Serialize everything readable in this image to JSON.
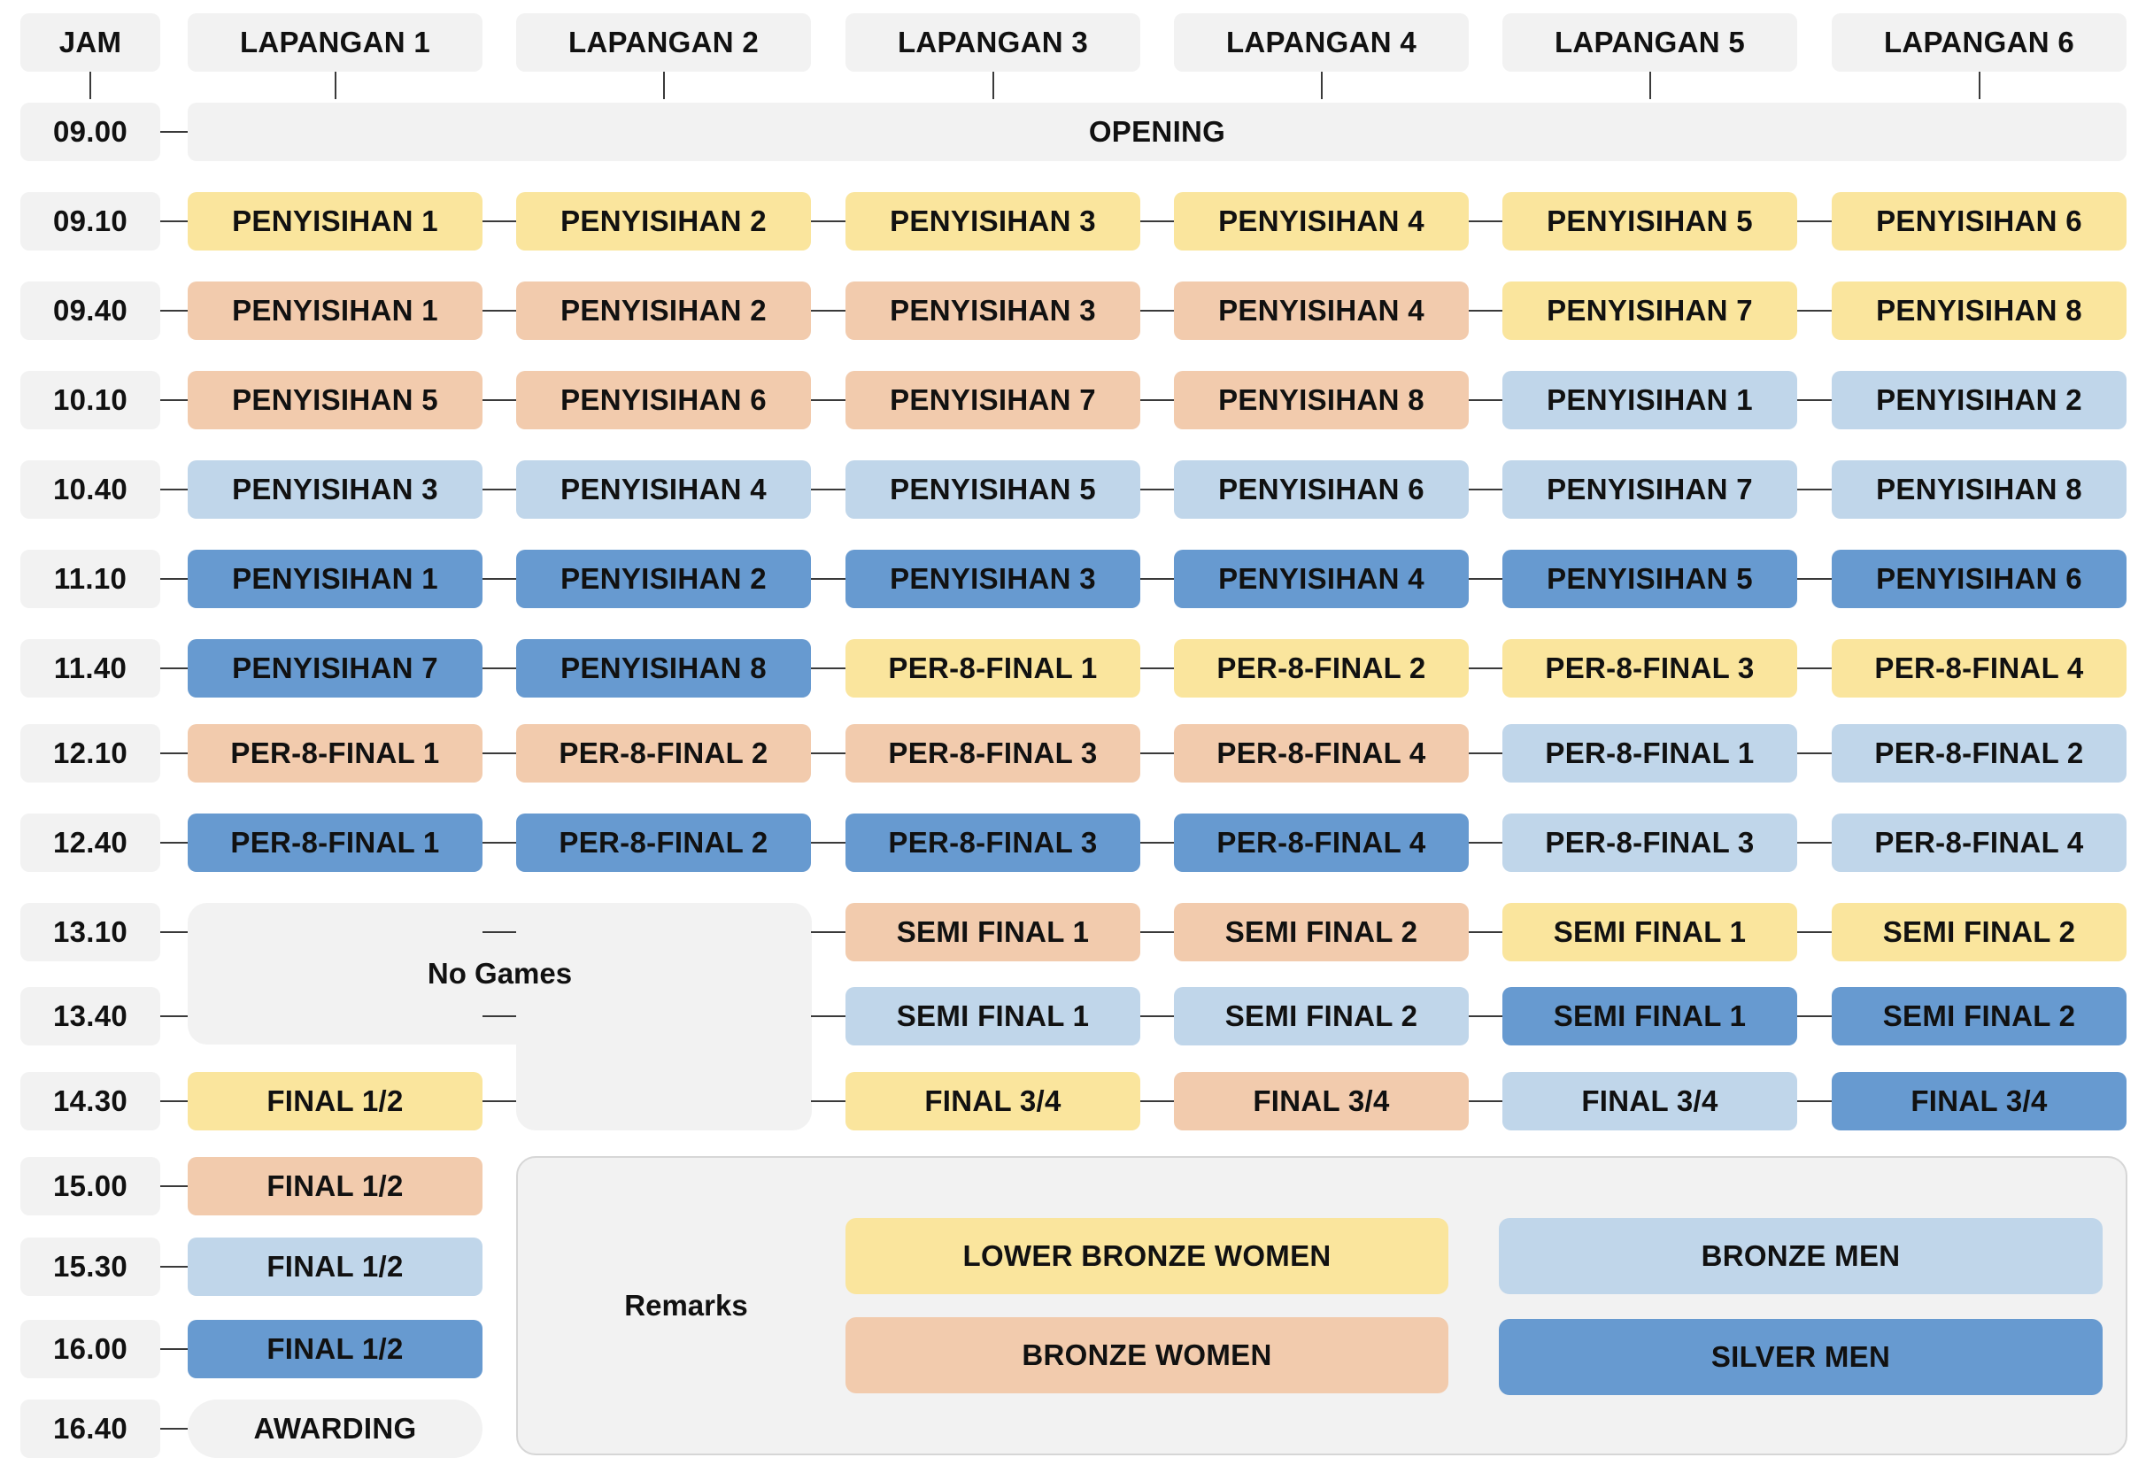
{
  "header": {
    "time_label": "JAM",
    "courts": [
      "LAPANGAN 1",
      "LAPANGAN 2",
      "LAPANGAN 3",
      "LAPANGAN 4",
      "LAPANGAN 5",
      "LAPANGAN 6"
    ]
  },
  "categories": {
    "lbw": {
      "label": "LOWER BRONZE WOMEN",
      "color": "#fae59d"
    },
    "bw": {
      "label": "BRONZE WOMEN",
      "color": "#f2cbad"
    },
    "bm": {
      "label": "BRONZE MEN",
      "color": "#c0d6ea"
    },
    "sm": {
      "label": "SILVER MEN",
      "color": "#679ad0"
    }
  },
  "neutral_color": "#f2f2f2",
  "rows": [
    {
      "time": "09.00",
      "span_label": "OPENING"
    },
    {
      "time": "09.10",
      "cells": [
        [
          "PENYISIHAN 1",
          "lbw"
        ],
        [
          "PENYISIHAN 2",
          "lbw"
        ],
        [
          "PENYISIHAN 3",
          "lbw"
        ],
        [
          "PENYISIHAN 4",
          "lbw"
        ],
        [
          "PENYISIHAN 5",
          "lbw"
        ],
        [
          "PENYISIHAN 6",
          "lbw"
        ]
      ]
    },
    {
      "time": "09.40",
      "cells": [
        [
          "PENYISIHAN 1",
          "bw"
        ],
        [
          "PENYISIHAN 2",
          "bw"
        ],
        [
          "PENYISIHAN 3",
          "bw"
        ],
        [
          "PENYISIHAN 4",
          "bw"
        ],
        [
          "PENYISIHAN 7",
          "lbw"
        ],
        [
          "PENYISIHAN 8",
          "lbw"
        ]
      ]
    },
    {
      "time": "10.10",
      "cells": [
        [
          "PENYISIHAN 5",
          "bw"
        ],
        [
          "PENYISIHAN 6",
          "bw"
        ],
        [
          "PENYISIHAN 7",
          "bw"
        ],
        [
          "PENYISIHAN 8",
          "bw"
        ],
        [
          "PENYISIHAN 1",
          "bm"
        ],
        [
          "PENYISIHAN 2",
          "bm"
        ]
      ]
    },
    {
      "time": "10.40",
      "cells": [
        [
          "PENYISIHAN 3",
          "bm"
        ],
        [
          "PENYISIHAN 4",
          "bm"
        ],
        [
          "PENYISIHAN 5",
          "bm"
        ],
        [
          "PENYISIHAN 6",
          "bm"
        ],
        [
          "PENYISIHAN 7",
          "bm"
        ],
        [
          "PENYISIHAN 8",
          "bm"
        ]
      ]
    },
    {
      "time": "11.10",
      "cells": [
        [
          "PENYISIHAN 1",
          "sm"
        ],
        [
          "PENYISIHAN 2",
          "sm"
        ],
        [
          "PENYISIHAN 3",
          "sm"
        ],
        [
          "PENYISIHAN 4",
          "sm"
        ],
        [
          "PENYISIHAN 5",
          "sm"
        ],
        [
          "PENYISIHAN 6",
          "sm"
        ]
      ]
    },
    {
      "time": "11.40",
      "cells": [
        [
          "PENYISIHAN 7",
          "sm"
        ],
        [
          "PENYISIHAN 8",
          "sm"
        ],
        [
          "PER-8-FINAL 1",
          "lbw"
        ],
        [
          "PER-8-FINAL 2",
          "lbw"
        ],
        [
          "PER-8-FINAL 3",
          "lbw"
        ],
        [
          "PER-8-FINAL 4",
          "lbw"
        ]
      ]
    },
    {
      "time": "12.10",
      "cells": [
        [
          "PER-8-FINAL 1",
          "bw"
        ],
        [
          "PER-8-FINAL 2",
          "bw"
        ],
        [
          "PER-8-FINAL 3",
          "bw"
        ],
        [
          "PER-8-FINAL 4",
          "bw"
        ],
        [
          "PER-8-FINAL 1",
          "bm"
        ],
        [
          "PER-8-FINAL 2",
          "bm"
        ]
      ]
    },
    {
      "time": "12.40",
      "cells": [
        [
          "PER-8-FINAL 1",
          "sm"
        ],
        [
          "PER-8-FINAL 2",
          "sm"
        ],
        [
          "PER-8-FINAL 3",
          "sm"
        ],
        [
          "PER-8-FINAL 4",
          "sm"
        ],
        [
          "PER-8-FINAL 3",
          "bm"
        ],
        [
          "PER-8-FINAL 4",
          "bm"
        ]
      ]
    },
    {
      "time": "13.10",
      "cells": [
        null,
        null,
        [
          "SEMI FINAL 1",
          "bw"
        ],
        [
          "SEMI FINAL 2",
          "bw"
        ],
        [
          "SEMI FINAL 1",
          "lbw"
        ],
        [
          "SEMI FINAL 2",
          "lbw"
        ]
      ]
    },
    {
      "time": "13.40",
      "cells": [
        null,
        null,
        [
          "SEMI FINAL 1",
          "bm"
        ],
        [
          "SEMI FINAL 2",
          "bm"
        ],
        [
          "SEMI FINAL 1",
          "sm"
        ],
        [
          "SEMI FINAL 2",
          "sm"
        ]
      ]
    },
    {
      "time": "14.30",
      "cells": [
        [
          "FINAL 1/2",
          "lbw"
        ],
        null,
        [
          "FINAL 3/4",
          "lbw"
        ],
        [
          "FINAL 3/4",
          "bw"
        ],
        [
          "FINAL 3/4",
          "bm"
        ],
        [
          "FINAL 3/4",
          "sm"
        ]
      ]
    },
    {
      "time": "15.00",
      "cells": [
        [
          "FINAL 1/2",
          "bw"
        ]
      ]
    },
    {
      "time": "15.30",
      "cells": [
        [
          "FINAL 1/2",
          "bm"
        ]
      ]
    },
    {
      "time": "16.00",
      "cells": [
        [
          "FINAL 1/2",
          "sm"
        ]
      ]
    },
    {
      "time": "16.40",
      "cells": [
        [
          "AWARDING",
          "neutral"
        ]
      ]
    }
  ],
  "no_games_label": "No Games",
  "remarks_label": "Remarks"
}
